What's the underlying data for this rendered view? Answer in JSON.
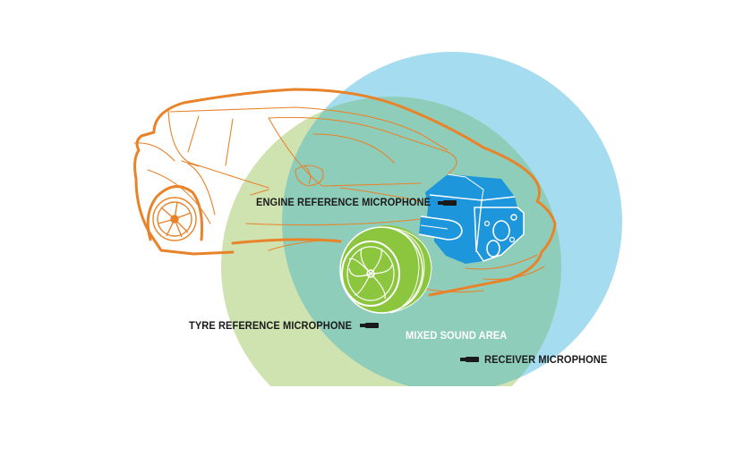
{
  "labels": {
    "engine_mic": "ENGINE REFERENCE MICROPHONE",
    "tyre_mic": "TYRE REFERENCE MICROPHONE",
    "mixed_area": "MIXED SOUND AREA",
    "receiver_mic": "RECEIVER MICROPHONE"
  },
  "colors": {
    "car_outline": "#e8832a",
    "engine_zone": "#a6dcf0",
    "tyre_zone": "#cfe3b1",
    "overlap_zone": "#8fcdbb",
    "engine_block": "#1e96dc",
    "tyre": "#8cc63f",
    "microphone": "#1a1a1a"
  }
}
